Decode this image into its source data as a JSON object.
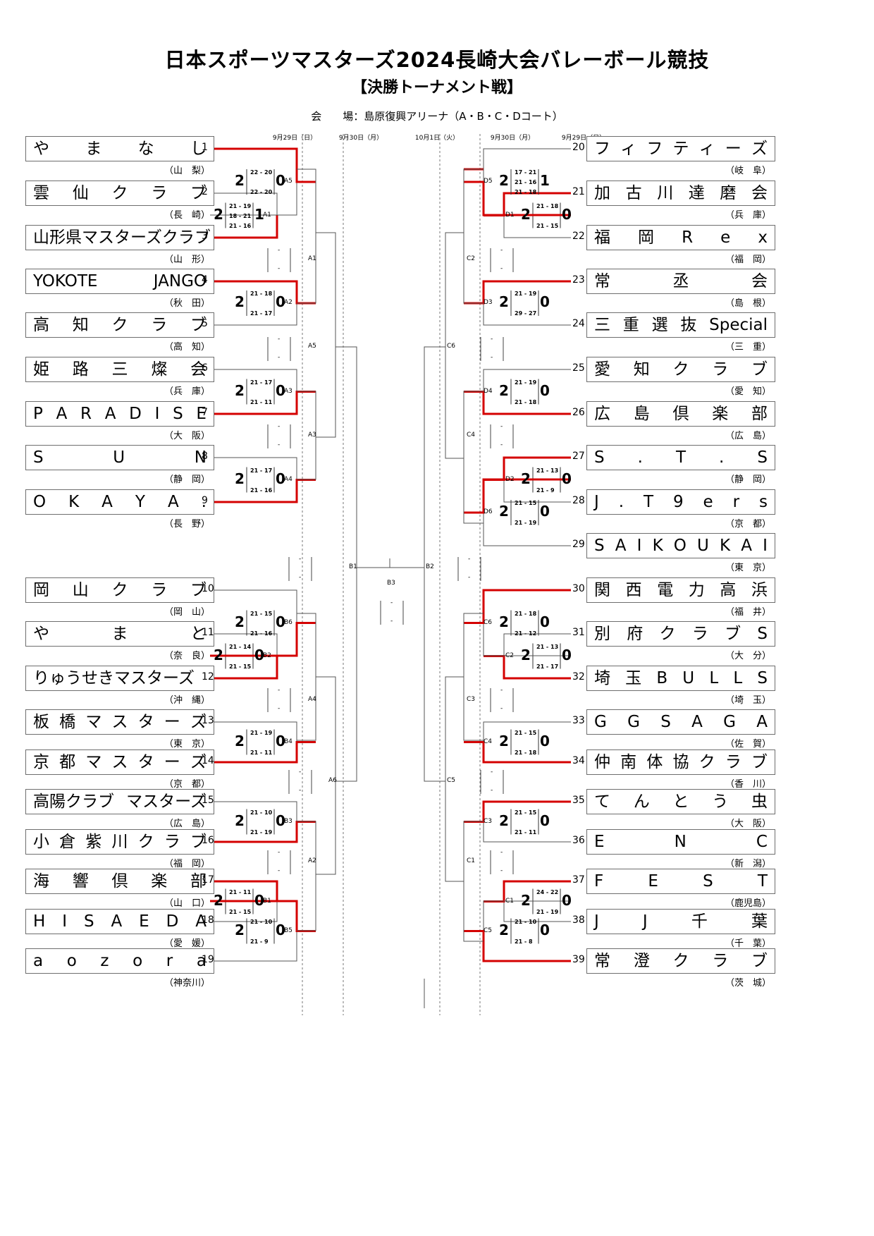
{
  "title": "日本スポーツマスターズ2024長崎大会バレーボール競技",
  "subtitle": "【決勝トーナメント戦】",
  "venue": "会　　場：島原復興アリーナ（A・B・C・Dコート）",
  "dates": [
    "9月29日（日）",
    "9月30日（月）",
    "10月1日（火）",
    "9月30日（月）",
    "9月29日（日）"
  ],
  "teams_left": [
    {
      "no": "1",
      "name": "や　ま　な　し",
      "pref": "山　梨"
    },
    {
      "no": "2",
      "name": "雲　仙　ク　ラ　ブ",
      "pref": "長　崎"
    },
    {
      "no": "3",
      "name": "山形県マスターズクラブ",
      "pref": "山　形"
    },
    {
      "no": "4",
      "name": "YOKOTE JANGO",
      "pref": "秋　田"
    },
    {
      "no": "5",
      "name": "高　知　ク　ラ　ブ",
      "pref": "高　知"
    },
    {
      "no": "6",
      "name": "姫　路　三　燦　会",
      "pref": "兵　庫"
    },
    {
      "no": "7",
      "name": "P A R A D I S E",
      "pref": "大　阪"
    },
    {
      "no": "8",
      "name": "S　U　N",
      "pref": "静　岡"
    },
    {
      "no": "9",
      "name": "O K A Y A .",
      "pref": "長　野"
    },
    {
      "no": "10",
      "name": "岡　山　ク　ラ　ブ",
      "pref": "岡　山"
    },
    {
      "no": "11",
      "name": "や　ま　と",
      "pref": "奈　良"
    },
    {
      "no": "12",
      "name": "りゅうせきマスターズ",
      "pref": "沖　縄"
    },
    {
      "no": "13",
      "name": "板 橋 マ ス タ ー ズ",
      "pref": "東　京"
    },
    {
      "no": "14",
      "name": "京 都 マ ス タ ー ズ",
      "pref": "京　都"
    },
    {
      "no": "15",
      "name": "高陽クラブ マスターズ",
      "pref": "広　島"
    },
    {
      "no": "16",
      "name": "小 倉 紫 川 ク ラ ブ",
      "pref": "福　岡"
    },
    {
      "no": "17",
      "name": "海　響　倶　楽　部",
      "pref": "山　口"
    },
    {
      "no": "18",
      "name": "H I S A E D A",
      "pref": "愛　媛"
    },
    {
      "no": "19",
      "name": "a o z o r a",
      "pref": "神奈川"
    }
  ],
  "teams_right": [
    {
      "no": "20",
      "name": "フ ィ フ テ ィ ー ズ",
      "pref": "岐　阜"
    },
    {
      "no": "21",
      "name": "加　古　川　達　磨　会",
      "pref": "兵　庫"
    },
    {
      "no": "22",
      "name": "福　岡　R e x",
      "pref": "福　岡"
    },
    {
      "no": "23",
      "name": "常　丞　会",
      "pref": "島　根"
    },
    {
      "no": "24",
      "name": "三 重 選 抜 Special",
      "pref": "三　重"
    },
    {
      "no": "25",
      "name": "愛　知　ク　ラ　ブ",
      "pref": "愛　知"
    },
    {
      "no": "26",
      "name": "広　島　倶　楽　部",
      "pref": "広　島"
    },
    {
      "no": "27",
      "name": "S　.　T　.　S",
      "pref": "静　岡"
    },
    {
      "no": "28",
      "name": "J . T 9 e r s",
      "pref": "京　都"
    },
    {
      "no": "29",
      "name": "S A I K O U K A I",
      "pref": "東　京"
    },
    {
      "no": "30",
      "name": "関　西　電　力　高　浜",
      "pref": "福　井"
    },
    {
      "no": "31",
      "name": "別　府　ク　ラ　ブ　S",
      "pref": "大　分"
    },
    {
      "no": "32",
      "name": "埼 玉 B U L L S",
      "pref": "埼　玉"
    },
    {
      "no": "33",
      "name": "G G S A G A",
      "pref": "佐　賀"
    },
    {
      "no": "34",
      "name": "仲 南 体 協 ク ラ ブ",
      "pref": "香　川"
    },
    {
      "no": "35",
      "name": "て　ん　と　う　虫",
      "pref": "大　阪"
    },
    {
      "no": "36",
      "name": "E　N　C",
      "pref": "新　潟"
    },
    {
      "no": "37",
      "name": "F E S T",
      "pref": "鹿児島"
    },
    {
      "no": "38",
      "name": "J　J　千　葉",
      "pref": "千　葉"
    },
    {
      "no": "39",
      "name": "常　澄　ク　ラ　ブ",
      "pref": "茨　城"
    }
  ],
  "matches_left": [
    {
      "id": "A5",
      "wins_top": "2",
      "wins_bottom": "0",
      "sets": [
        "22 - 20",
        "22 - 20"
      ]
    },
    {
      "id": "A1",
      "wins_top": "2",
      "wins_bottom": "1",
      "sets": [
        "21 - 19",
        "18 - 21",
        "21 - 16"
      ]
    },
    {
      "id": "A2",
      "wins_top": "2",
      "wins_bottom": "0",
      "sets": [
        "21 - 18",
        "21 - 17"
      ]
    },
    {
      "id": "A3",
      "wins_top": "2",
      "wins_bottom": "0",
      "sets": [
        "21 - 17",
        "21 - 11"
      ]
    },
    {
      "id": "A4",
      "wins_top": "2",
      "wins_bottom": "0",
      "sets": [
        "21 - 17",
        "21 - 16"
      ]
    },
    {
      "id": "B6",
      "wins_top": "2",
      "wins_bottom": "0",
      "sets": [
        "21 - 15",
        "21 - 16"
      ]
    },
    {
      "id": "B2",
      "wins_top": "2",
      "wins_bottom": "0",
      "sets": [
        "21 - 14",
        "21 - 15"
      ]
    },
    {
      "id": "B4",
      "wins_top": "2",
      "wins_bottom": "0",
      "sets": [
        "21 - 19",
        "21 - 11"
      ]
    },
    {
      "id": "B3",
      "wins_top": "2",
      "wins_bottom": "0",
      "sets": [
        "21 - 10",
        "21 - 19"
      ]
    },
    {
      "id": "B1",
      "wins_top": "2",
      "wins_bottom": "0",
      "sets": [
        "21 - 11",
        "21 - 15"
      ]
    },
    {
      "id": "B5",
      "wins_top": "2",
      "wins_bottom": "0",
      "sets": [
        "21 - 10",
        "21 - 9"
      ]
    }
  ],
  "matches_right": [
    {
      "id": "D5",
      "wins_top": "2",
      "wins_bottom": "1",
      "sets": [
        "17 - 21",
        "21 - 16",
        "21 - 18"
      ]
    },
    {
      "id": "D1",
      "wins_top": "2",
      "wins_bottom": "0",
      "sets": [
        "21 - 18",
        "21 - 15"
      ]
    },
    {
      "id": "D3",
      "wins_top": "2",
      "wins_bottom": "0",
      "sets": [
        "21 - 19",
        "29 - 27"
      ]
    },
    {
      "id": "D4",
      "wins_top": "2",
      "wins_bottom": "0",
      "sets": [
        "21 - 19",
        "21 - 18"
      ]
    },
    {
      "id": "D2",
      "wins_top": "2",
      "wins_bottom": "0",
      "sets": [
        "21 - 13",
        "21 - 9"
      ]
    },
    {
      "id": "D6",
      "wins_top": "2",
      "wins_bottom": "0",
      "sets": [
        "21 - 15",
        "21 - 19"
      ]
    },
    {
      "id": "C6",
      "wins_top": "2",
      "wins_bottom": "0",
      "sets": [
        "21 - 18",
        "21 - 12"
      ]
    },
    {
      "id": "C2",
      "wins_top": "2",
      "wins_bottom": "0",
      "sets": [
        "21 - 13",
        "21 - 17"
      ]
    },
    {
      "id": "C4",
      "wins_top": "2",
      "wins_bottom": "0",
      "sets": [
        "21 - 15",
        "21 - 18"
      ]
    },
    {
      "id": "C3",
      "wins_top": "2",
      "wins_bottom": "0",
      "sets": [
        "21 - 15",
        "21 - 11"
      ]
    },
    {
      "id": "C1",
      "wins_top": "2",
      "wins_bottom": "0",
      "sets": [
        "24 - 22",
        "21 - 19"
      ]
    },
    {
      "id": "C5",
      "wins_top": "2",
      "wins_bottom": "0",
      "sets": [
        "21 - 10",
        "21 - 8"
      ]
    }
  ],
  "later_labels": [
    "A1",
    "A5",
    "A3",
    "A4",
    "A6",
    "A2",
    "B1",
    "B2",
    "B3",
    "C2",
    "C6",
    "C4",
    "C3",
    "C5",
    "C1"
  ],
  "dash": "-",
  "colors": {
    "winner_line": "#d40000",
    "bracket_line": "#555555",
    "box_border": "#6e6e6e"
  }
}
